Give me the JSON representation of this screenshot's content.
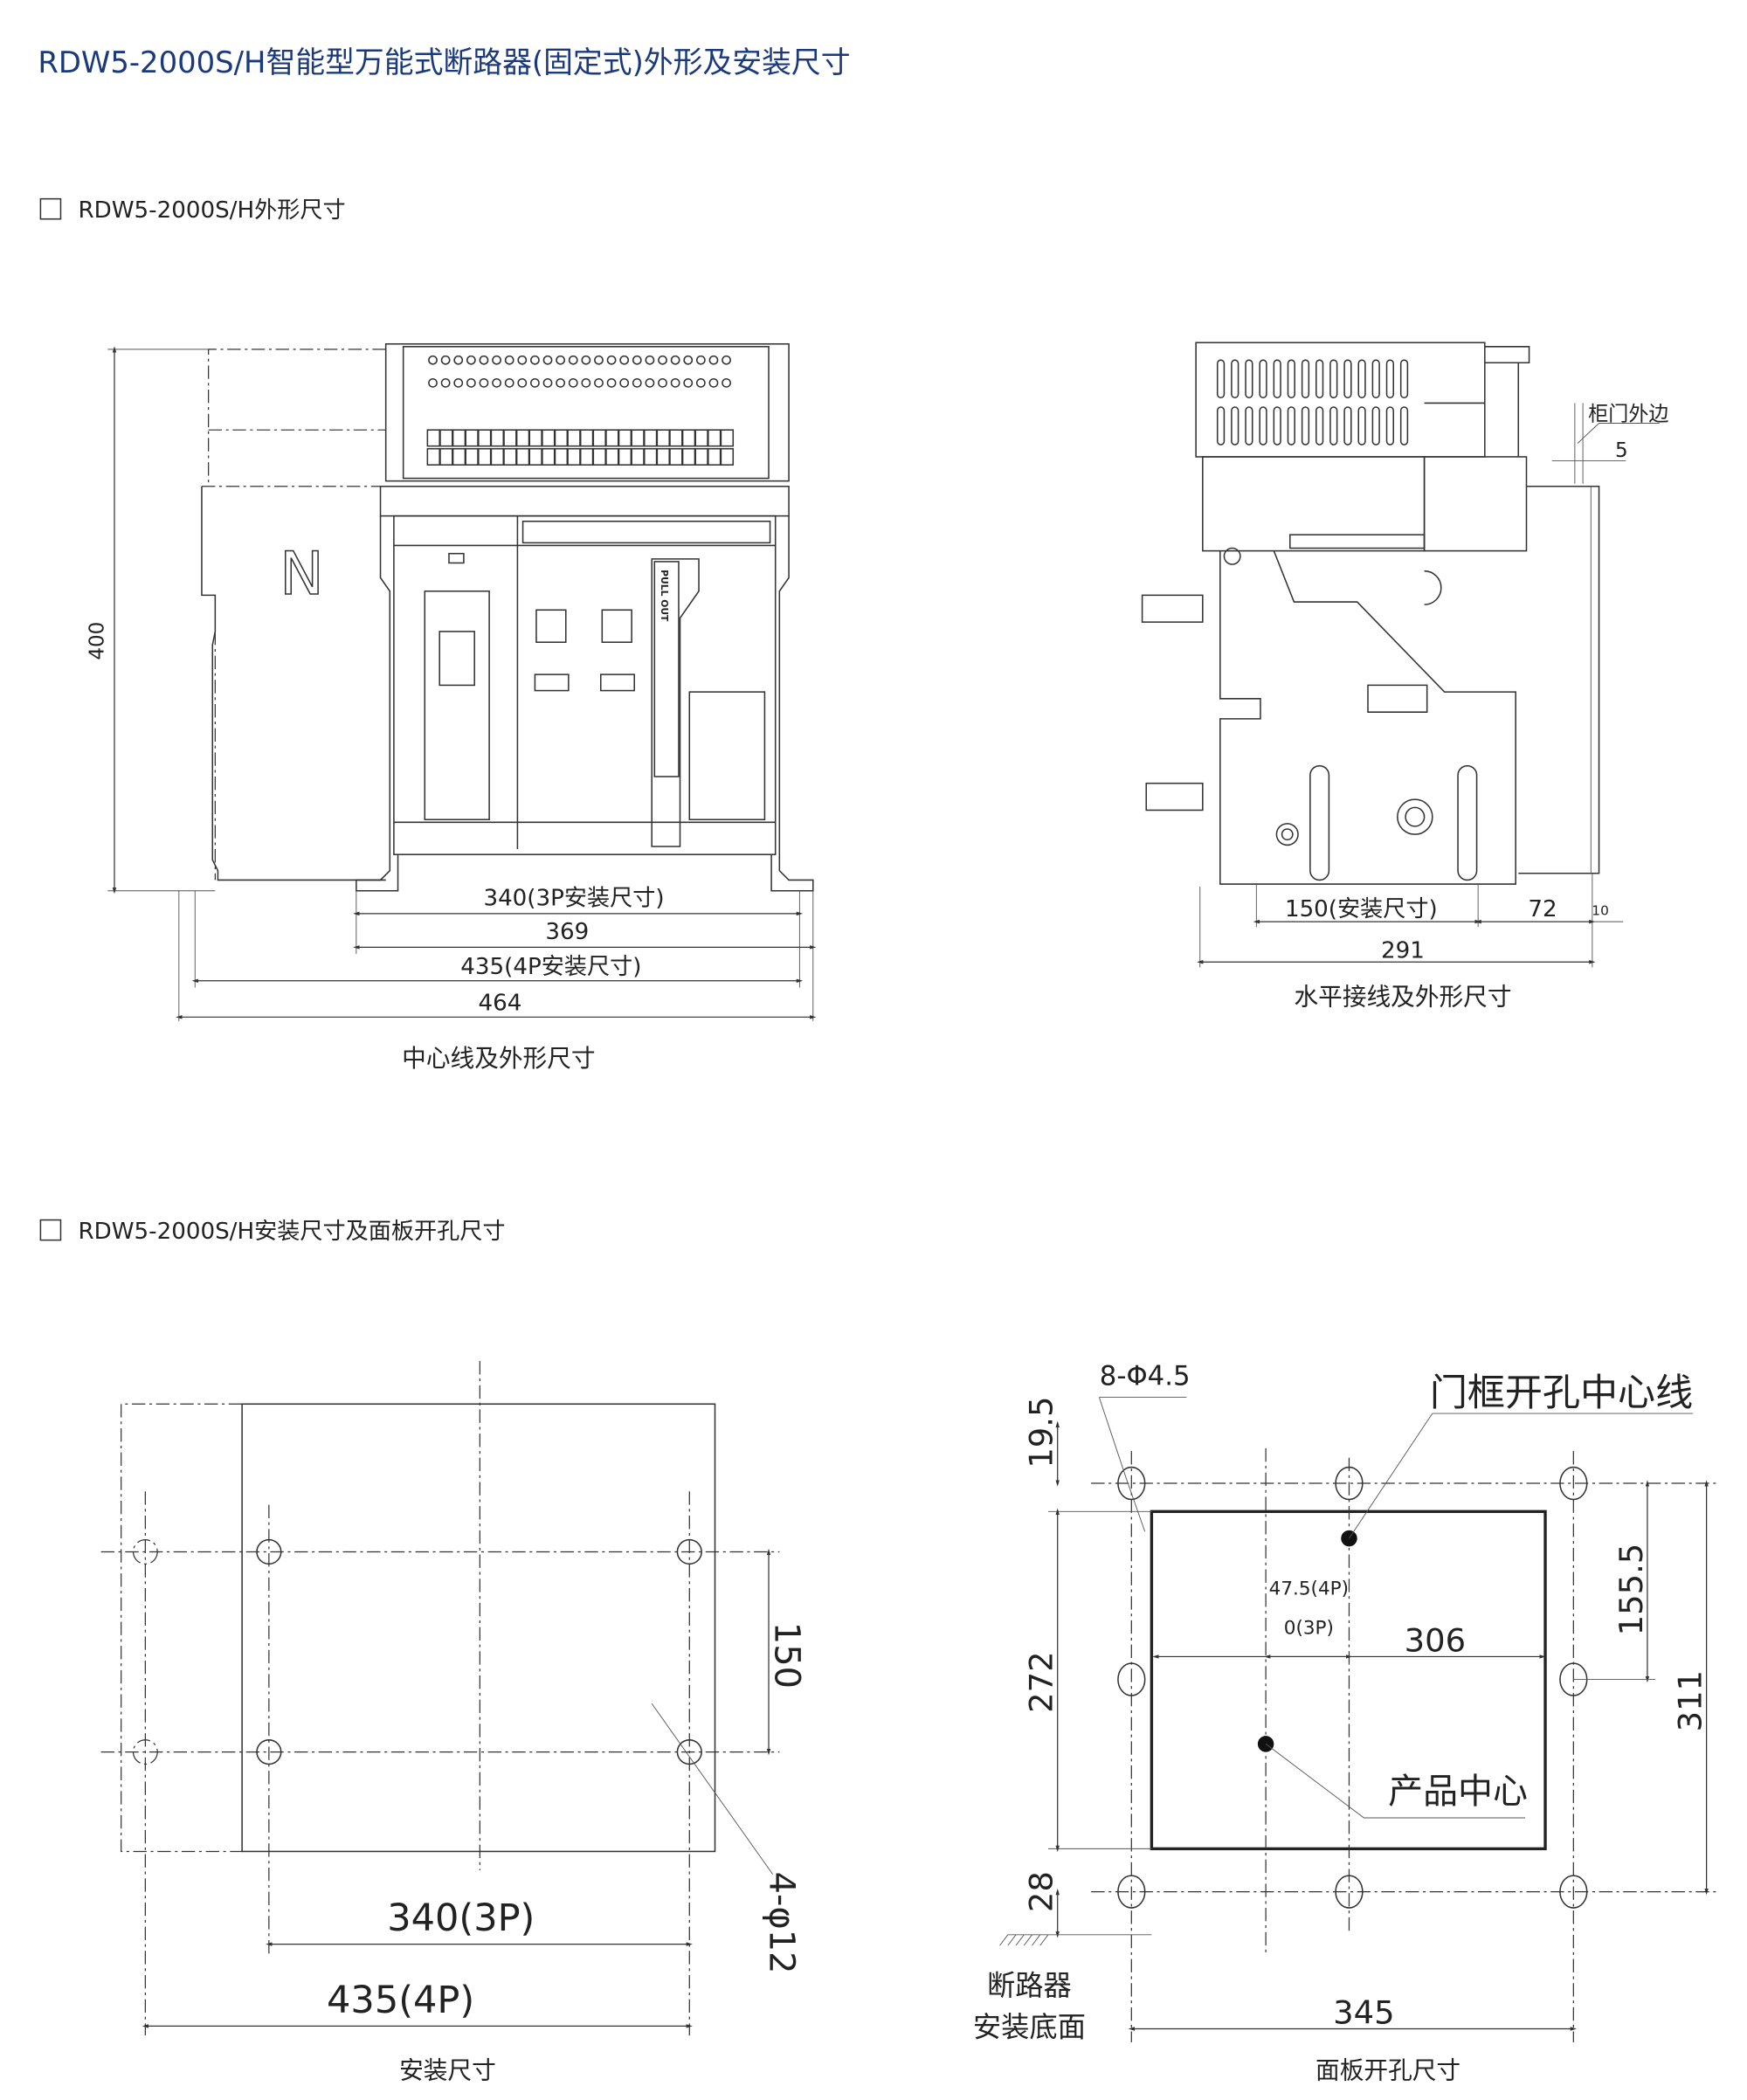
{
  "title": "RDW5-2000S/H智能型万能式断路器(固定式)外形及安装尺寸",
  "colors": {
    "title": "#1b3a7c",
    "line": "#333333"
  },
  "section1": {
    "heading": "RDW5-2000S/H外形尺寸",
    "front": {
      "height_dim": "400",
      "n_label": "N",
      "pull_out": "PULL OUT",
      "dim_340": "340(3P安装尺寸)",
      "dim_369": "369",
      "dim_435": "435(4P安装尺寸)",
      "dim_464": "464",
      "caption": "中心线及外形尺寸"
    },
    "side": {
      "door_edge": "柜门外边",
      "dim_5": "5",
      "dim_150": "150(安装尺寸)",
      "dim_72": "72",
      "dim_10": "10",
      "dim_291": "291",
      "caption": "水平接线及外形尺寸"
    }
  },
  "section2": {
    "heading": "RDW5-2000S/H安装尺寸及面板开孔尺寸",
    "mount": {
      "dim_150": "150",
      "dim_340": "340(3P)",
      "dim_435": "435(4P)",
      "holes": "4-φ12",
      "caption": "安装尺寸"
    },
    "cutout": {
      "holes": "8-Φ4.5",
      "door_center": "门框开孔中心线",
      "dim_19_5": "19.5",
      "dim_272": "272",
      "dim_28": "28",
      "dim_47_5": "47.5(4P)",
      "dim_0": "0(3P)",
      "dim_306": "306",
      "dim_155_5": "155.5",
      "dim_311": "311",
      "product_center": "产品中心",
      "base_line1": "断路器",
      "base_line2": "安装底面",
      "dim_345": "345",
      "caption": "面板开孔尺寸"
    }
  }
}
